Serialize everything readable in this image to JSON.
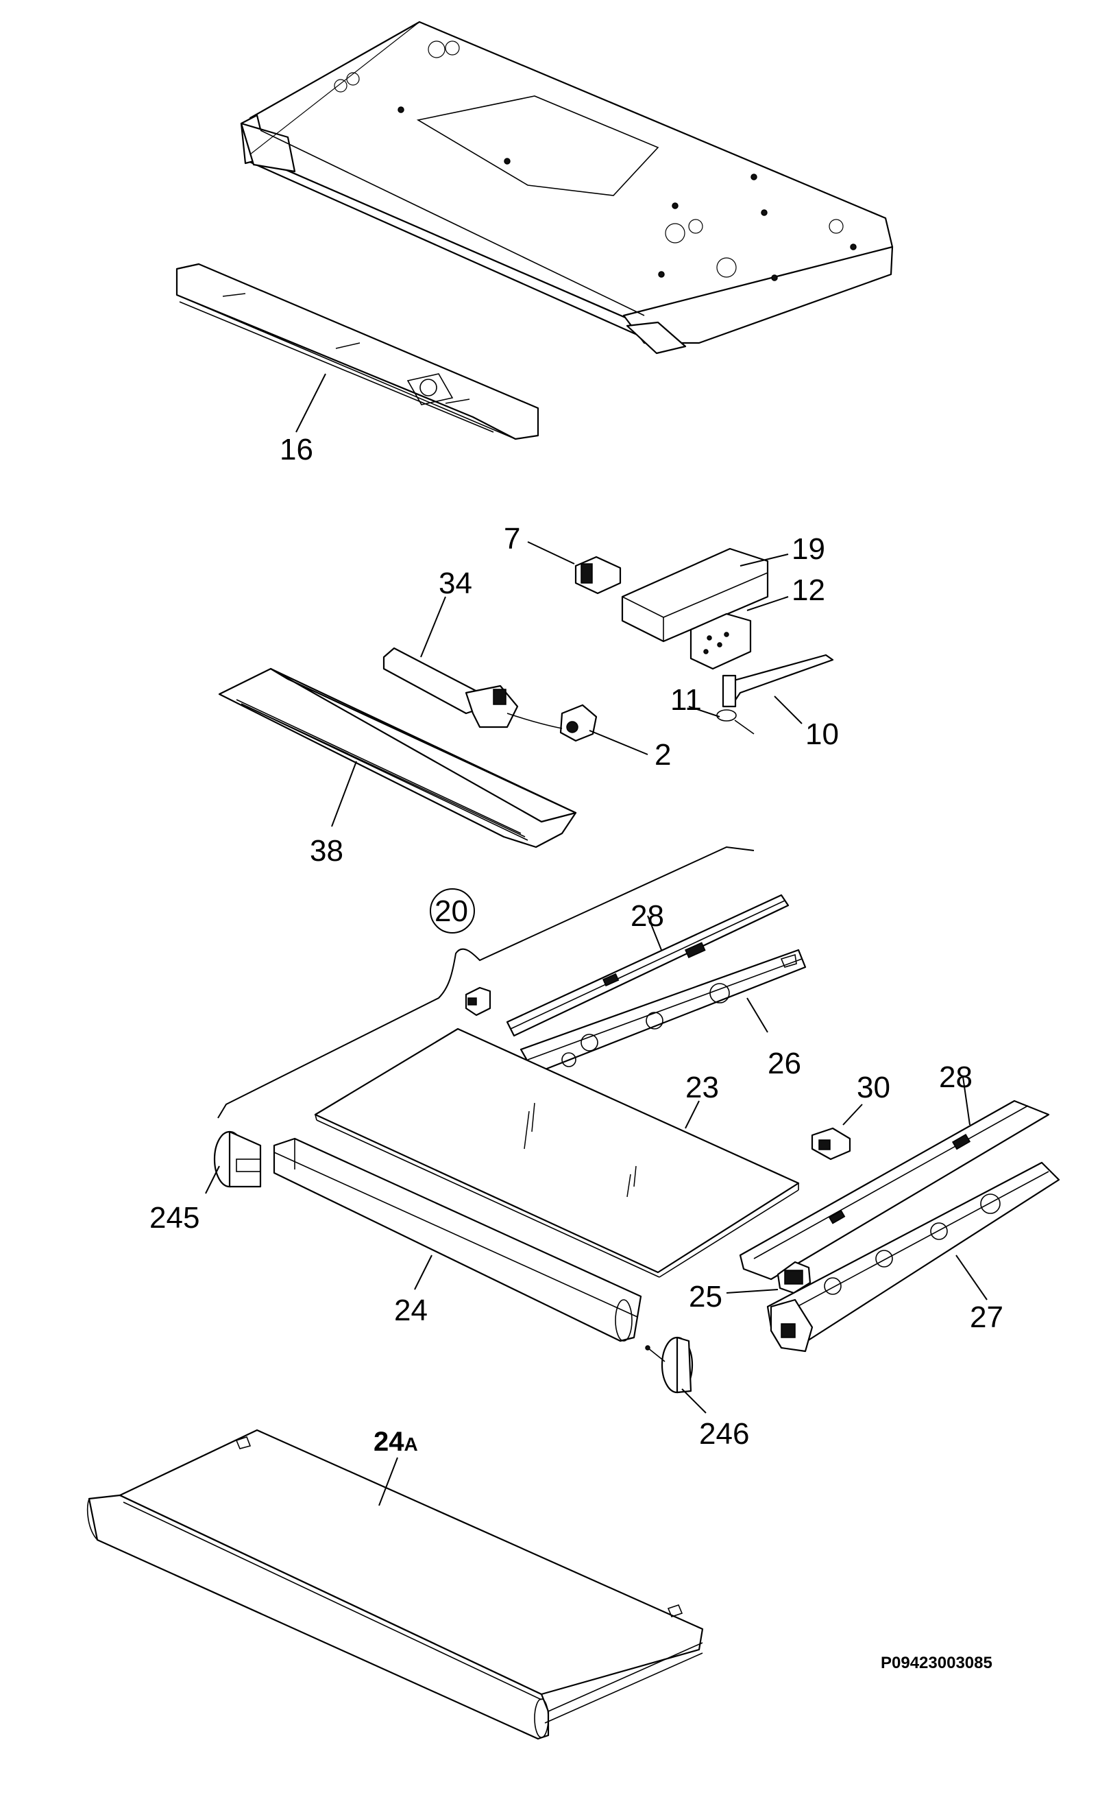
{
  "labels": {
    "p16": "16",
    "p7": "7",
    "p19": "19",
    "p34": "34",
    "p12": "12",
    "p11": "11",
    "p10": "10",
    "p2": "2",
    "p38": "38",
    "p20": "20",
    "p28a": "28",
    "p26": "26",
    "p23": "23",
    "p30": "30",
    "p28b": "28",
    "p245": "245",
    "p24": "24",
    "p25": "25",
    "p27": "27",
    "p246": "246",
    "p24A": "24",
    "p24A_suffix": "A"
  },
  "drawing_code": "P09423003085"
}
